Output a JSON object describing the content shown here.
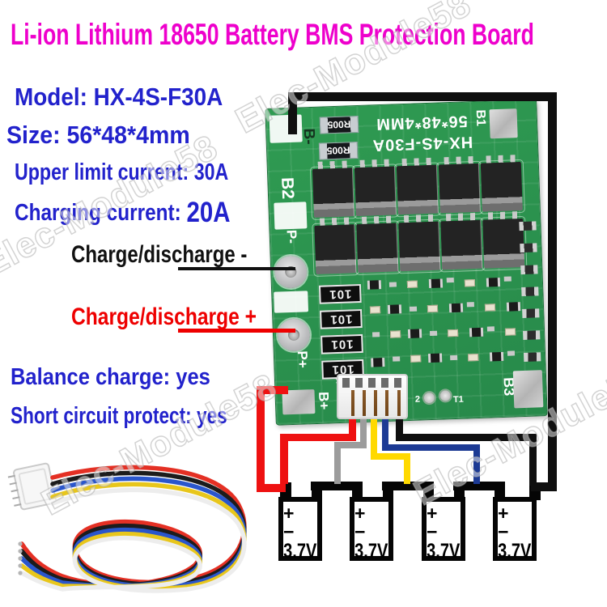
{
  "title": "Li-ion Lithium 18650 Battery BMS Protection Board",
  "watermark": "Elec-Module58",
  "specs": {
    "model": "Model: HX-4S-F30A",
    "size": "Size: 56*48*4mm",
    "upper_limit": "Upper limit current: 30A",
    "charging_label": "Charging current:",
    "charging_value": "20A"
  },
  "annotations": {
    "charge_discharge_minus": "Charge/discharge -",
    "charge_discharge_plus": "Charge/discharge +",
    "balance_charge": "Balance charge: yes",
    "short_circuit": "Short circuit protect: yes"
  },
  "board": {
    "silkscreen_model": "HX-4S-F30A",
    "silkscreen_size": "56*48*4MM",
    "shunt_resistor": "R005",
    "current_resistor": "101",
    "labels": {
      "b_minus": "B-",
      "b1": "B1",
      "b2": "B2",
      "p_minus": "P-",
      "p_plus": "P+",
      "b_plus": "B+",
      "b_plus_small": "B+",
      "b3": "B3",
      "t2": "2",
      "t1": "T1"
    }
  },
  "battery_diagram": {
    "terminals": "+ −",
    "cells": [
      "3.7V",
      "3.7V",
      "3.7V",
      "3.7V"
    ]
  },
  "colors": {
    "title": "#ee00cc",
    "spec-blue": "#2222cc",
    "annotation-red": "#ee0000",
    "annotation-black": "#111111",
    "pcb-green": "#2f9b52",
    "wire-red": "#ee1111",
    "wire-gray": "#9c9c9c",
    "wire-yellow": "#ffd900",
    "wire-blue": "#1c3a94",
    "wire-black": "#0f0f0f"
  },
  "cable_colors": [
    "#e43024",
    "#1c1c1c",
    "#2a56cc",
    "#e8c61b",
    "#ededed"
  ]
}
